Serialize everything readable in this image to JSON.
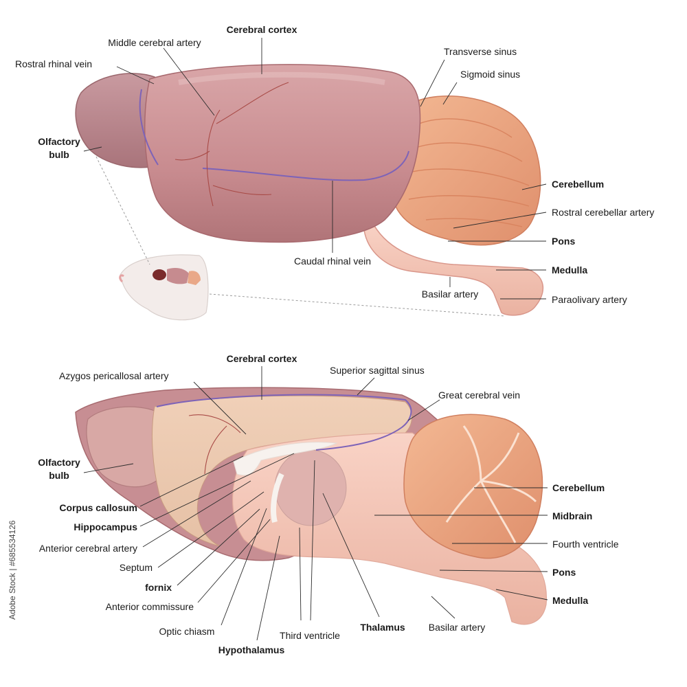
{
  "stock_id": "Adobe Stock | #685534126",
  "top": {
    "cerebral_cortex": "Cerebral cortex",
    "middle_cerebral_artery": "Middle cerebral artery",
    "rostral_rhinal_vein": "Rostral rhinal vein",
    "olfactory_bulb_1": "Olfactory",
    "olfactory_bulb_2": "bulb",
    "transverse_sinus": "Transverse sinus",
    "sigmoid_sinus": "Sigmoid sinus",
    "cerebellum": "Cerebellum",
    "rostral_cerebellar_artery": "Rostral cerebellar artery",
    "pons": "Pons",
    "medulla": "Medulla",
    "caudal_rhinal_vein": "Caudal rhinal vein",
    "basilar_artery": "Basilar artery",
    "paraolivary_artery": "Paraolivary artery"
  },
  "bottom": {
    "cerebral_cortex": "Cerebral cortex",
    "superior_sagittal_sinus": "Superior sagittal sinus",
    "azygos_pericallosal_artery": "Azygos pericallosal artery",
    "great_cerebral_vein": "Great cerebral vein",
    "olfactory_bulb_1": "Olfactory",
    "olfactory_bulb_2": "bulb",
    "corpus_callosum": "Corpus callosum",
    "hippocampus": "Hippocampus",
    "anterior_cerebral_artery": "Anterior cerebral artery",
    "septum": "Septum",
    "fornix": "fornix",
    "anterior_commissure": "Anterior commissure",
    "optic_chiasm": "Optic chiasm",
    "hypothalamus": "Hypothalamus",
    "third_ventricle": "Third ventricle",
    "thalamus": "Thalamus",
    "basilar_artery": "Basilar artery",
    "cerebellum": "Cerebellum",
    "midbrain": "Midbrain",
    "fourth_ventricle": "Fourth ventricle",
    "pons": "Pons",
    "medulla": "Medulla"
  }
}
